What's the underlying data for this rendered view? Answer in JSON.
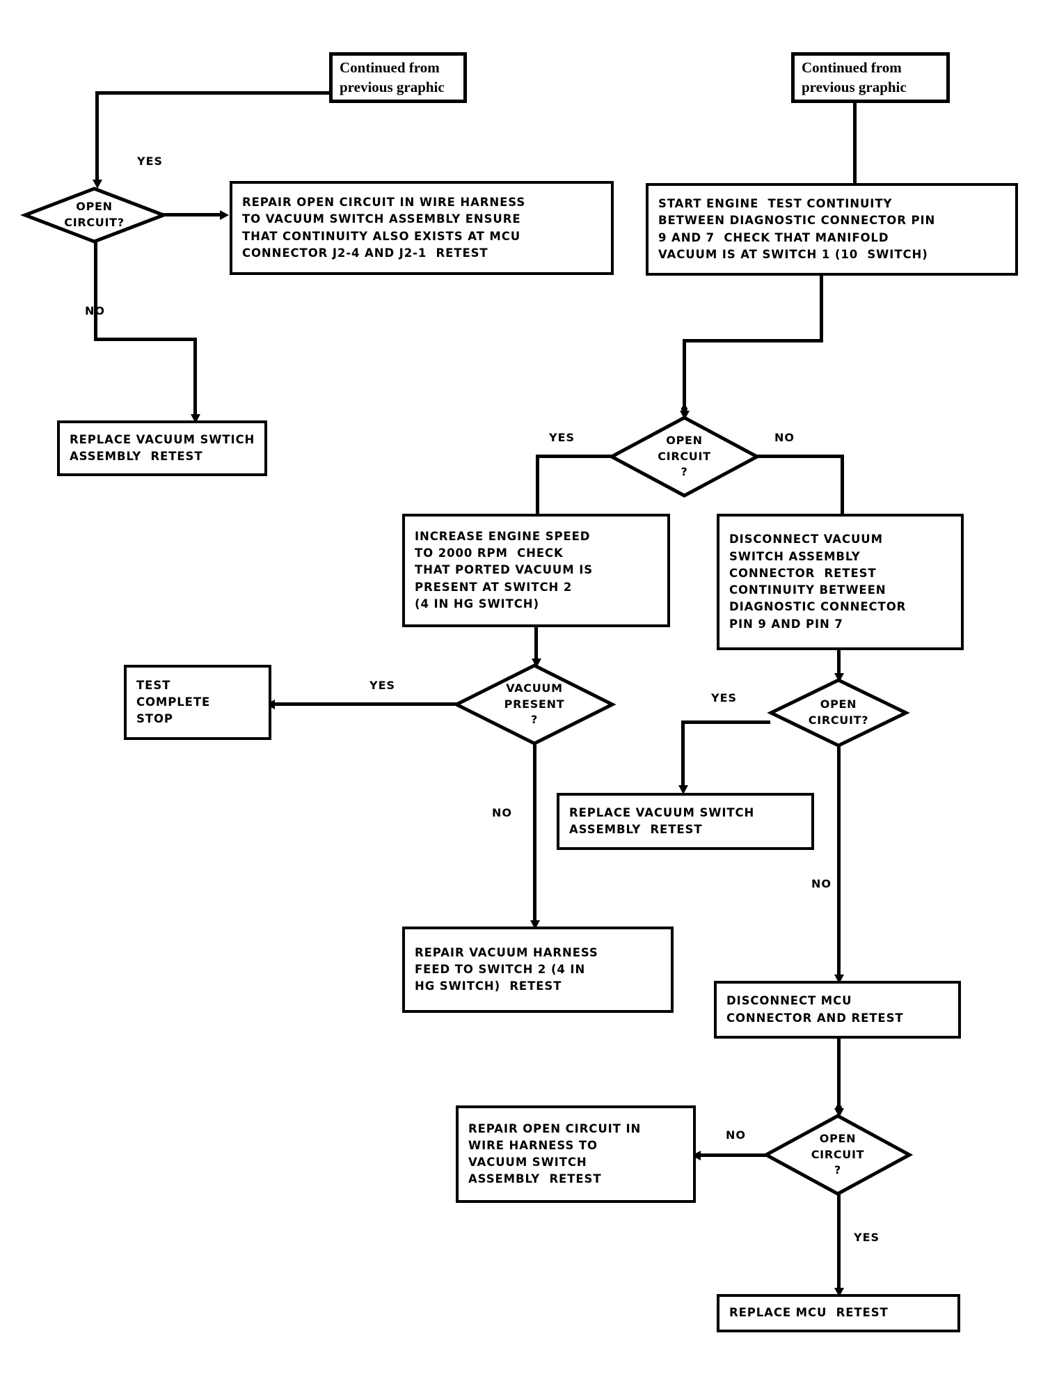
{
  "diagram": {
    "type": "flowchart",
    "title": "Vacuum switch assembly / MCU diagnostic flowchart",
    "connector_labels": {
      "yes": "YES",
      "no": "NO"
    },
    "colors": {
      "stroke": "#000000",
      "background": "#ffffff"
    },
    "nodes": [
      {
        "id": "cont-left",
        "shape": "terminator-box",
        "lines": [
          "Continued from",
          "previous graphic"
        ]
      },
      {
        "id": "cont-right",
        "shape": "terminator-box",
        "lines": [
          "Continued from",
          "previous graphic"
        ]
      },
      {
        "id": "d-open-1",
        "shape": "decision",
        "lines": [
          "OPEN",
          "CIRCUIT?"
        ]
      },
      {
        "id": "p-repair-harness",
        "shape": "process",
        "lines": [
          "REPAIR OPEN CIRCUIT IN WIRE HARNESS",
          "TO VACUUM SWITCH ASSEMBLY ENSURE",
          "THAT CONTINUITY ALSO EXISTS AT MCU",
          "CONNECTOR J2-4 AND J2-1  RETEST"
        ]
      },
      {
        "id": "p-start-engine",
        "shape": "process",
        "lines": [
          "START ENGINE  TEST CONTINUITY",
          "BETWEEN DIAGNOSTIC CONNECTOR PIN",
          "9 AND 7  CHECK THAT MANIFOLD",
          "VACUUM IS AT SWITCH 1 (10  SWITCH)"
        ]
      },
      {
        "id": "p-replace-vsa-1",
        "shape": "process",
        "lines": [
          "REPLACE VACUUM SWTICH",
          "ASSEMBLY  RETEST"
        ]
      },
      {
        "id": "d-open-2",
        "shape": "decision",
        "lines": [
          "OPEN",
          "CIRCUIT",
          "?"
        ]
      },
      {
        "id": "p-increase-rpm",
        "shape": "process",
        "lines": [
          "INCREASE ENGINE SPEED",
          "TO 2000 RPM  CHECK",
          "THAT PORTED VACUUM IS",
          "PRESENT AT SWITCH 2",
          "(4 IN HG SWITCH)"
        ]
      },
      {
        "id": "p-disconnect-vsa",
        "shape": "process",
        "lines": [
          "DISCONNECT VACUUM",
          "SWITCH ASSEMBLY",
          "CONNECTOR  RETEST",
          "CONTINUITY BETWEEN",
          "DIAGNOSTIC CONNECTOR",
          "PIN 9 AND PIN 7"
        ]
      },
      {
        "id": "d-vacuum-present",
        "shape": "decision",
        "lines": [
          "VACUUM",
          "PRESENT",
          "?"
        ]
      },
      {
        "id": "p-test-complete",
        "shape": "process",
        "lines": [
          "TEST",
          "COMPLETE",
          "STOP"
        ]
      },
      {
        "id": "d-open-3",
        "shape": "decision",
        "lines": [
          "OPEN",
          "CIRCUIT?"
        ]
      },
      {
        "id": "p-replace-vsa-2",
        "shape": "process",
        "lines": [
          "REPLACE VACUUM SWITCH",
          "ASSEMBLY  RETEST"
        ]
      },
      {
        "id": "p-repair-vac-harness",
        "shape": "process",
        "lines": [
          "REPAIR VACUUM HARNESS",
          "FEED TO SWITCH 2 (4 IN",
          "HG SWITCH)  RETEST"
        ]
      },
      {
        "id": "p-disconnect-mcu",
        "shape": "process",
        "lines": [
          "DISCONNECT MCU",
          "CONNECTOR AND RETEST"
        ]
      },
      {
        "id": "d-open-4",
        "shape": "decision",
        "lines": [
          "OPEN",
          "CIRCUIT",
          "?"
        ]
      },
      {
        "id": "p-repair-open-vsa",
        "shape": "process",
        "lines": [
          "REPAIR OPEN CIRCUIT IN",
          "WIRE HARNESS TO",
          "VACUUM SWITCH",
          "ASSEMBLY  RETEST"
        ]
      },
      {
        "id": "p-replace-mcu",
        "shape": "process",
        "lines": [
          "REPLACE MCU  RETEST"
        ]
      }
    ],
    "edges": [
      {
        "from": "cont-left",
        "to": "d-open-1",
        "label": ""
      },
      {
        "from": "d-open-1",
        "to": "p-repair-harness",
        "label": "YES"
      },
      {
        "from": "d-open-1",
        "to": "p-replace-vsa-1",
        "label": "NO"
      },
      {
        "from": "cont-right",
        "to": "p-start-engine",
        "label": ""
      },
      {
        "from": "p-start-engine",
        "to": "d-open-2",
        "label": ""
      },
      {
        "from": "d-open-2",
        "to": "p-increase-rpm",
        "label": "YES"
      },
      {
        "from": "d-open-2",
        "to": "p-disconnect-vsa",
        "label": "NO"
      },
      {
        "from": "p-increase-rpm",
        "to": "d-vacuum-present",
        "label": ""
      },
      {
        "from": "d-vacuum-present",
        "to": "p-test-complete",
        "label": "YES"
      },
      {
        "from": "d-vacuum-present",
        "to": "p-repair-vac-harness",
        "label": "NO"
      },
      {
        "from": "p-disconnect-vsa",
        "to": "d-open-3",
        "label": ""
      },
      {
        "from": "d-open-3",
        "to": "p-replace-vsa-2",
        "label": "YES"
      },
      {
        "from": "d-open-3",
        "to": "p-disconnect-mcu",
        "label": "NO"
      },
      {
        "from": "p-disconnect-mcu",
        "to": "d-open-4",
        "label": ""
      },
      {
        "from": "d-open-4",
        "to": "p-repair-open-vsa",
        "label": "NO"
      },
      {
        "from": "d-open-4",
        "to": "p-replace-mcu",
        "label": "YES"
      }
    ],
    "labels": {
      "l1_yes": "YES",
      "l1_no": "NO",
      "l2_yes": "YES",
      "l2_no": "NO",
      "l3_yes": "YES",
      "l3_no": "NO",
      "l4_yes": "YES",
      "l4_no": "NO",
      "l5_yes": "YES",
      "l5_no": "NO"
    }
  }
}
